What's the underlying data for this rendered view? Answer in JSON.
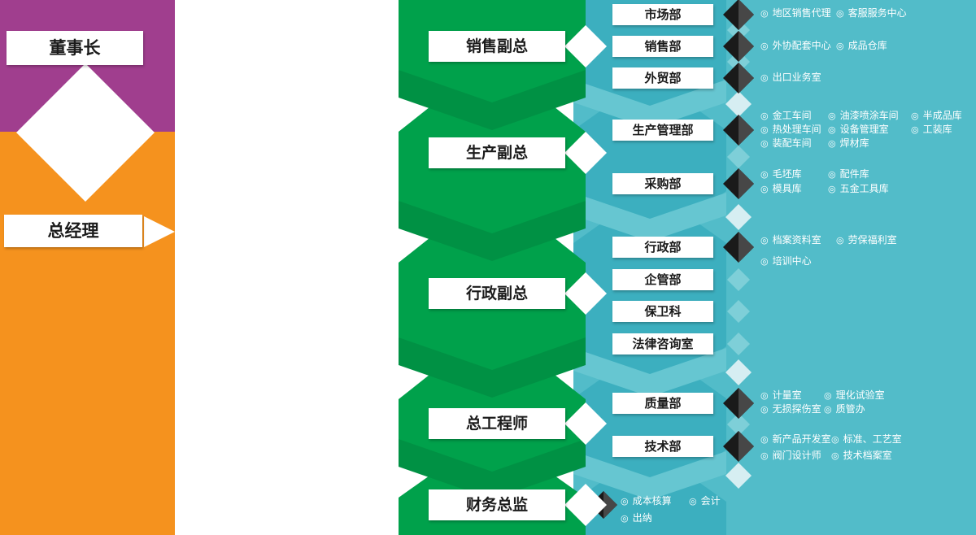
{
  "icons": {
    "bullet": "◎"
  },
  "colors": {
    "chairman_purple": "#A03E8E",
    "gm_orange": "#F5921E",
    "executive_green": "#00A14B",
    "executive_green_dark": "#009144",
    "department_teal": "#3CAFBF",
    "panel_teal": "#52BCC9",
    "arrow_black": "#1A1A1A"
  },
  "leadership": {
    "chairman": "董事长",
    "general_manager": "总经理"
  },
  "executives": [
    {
      "label": "销售副总"
    },
    {
      "label": "生产副总"
    },
    {
      "label": "行政副总"
    },
    {
      "label": "总工程师"
    },
    {
      "label": "财务总监"
    }
  ],
  "departments": [
    {
      "label": "市场部"
    },
    {
      "label": "销售部"
    },
    {
      "label": "外贸部"
    },
    {
      "label": "生产管理部"
    },
    {
      "label": "采购部"
    },
    {
      "label": "行政部"
    },
    {
      "label": "企管部"
    },
    {
      "label": "保卫科"
    },
    {
      "label": "法律咨询室"
    },
    {
      "label": "质量部"
    },
    {
      "label": "技术部"
    }
  ],
  "units": {
    "marketing": [
      {
        "label": "地区销售代理"
      },
      {
        "label": "客服服务中心"
      }
    ],
    "sales": [
      {
        "label": "外协配套中心"
      },
      {
        "label": "成品仓库"
      }
    ],
    "trade": [
      {
        "label": "出口业务室"
      }
    ],
    "production": [
      {
        "label": "金工车间"
      },
      {
        "label": "油漆喷涂车间"
      },
      {
        "label": "半成品库"
      },
      {
        "label": "热处理车间"
      },
      {
        "label": "设备管理室"
      },
      {
        "label": "工装库"
      },
      {
        "label": "装配车间"
      },
      {
        "label": "焊材库"
      }
    ],
    "purchasing": [
      {
        "label": "毛坯库"
      },
      {
        "label": "配件库"
      },
      {
        "label": "模具库"
      },
      {
        "label": "五金工具库"
      }
    ],
    "admin": [
      {
        "label": "档案资料室"
      },
      {
        "label": "劳保福利室"
      },
      {
        "label": "培训中心"
      }
    ],
    "quality": [
      {
        "label": "计量室"
      },
      {
        "label": "理化试验室"
      },
      {
        "label": "无损探伤室"
      },
      {
        "label": "质管办"
      }
    ],
    "tech": [
      {
        "label": "新产品开发室"
      },
      {
        "label": "标准、工艺室"
      },
      {
        "label": "阀门设计师"
      },
      {
        "label": "技术档案室"
      }
    ],
    "finance": [
      {
        "label": "成本核算"
      },
      {
        "label": "会计"
      },
      {
        "label": "出纳"
      }
    ]
  }
}
